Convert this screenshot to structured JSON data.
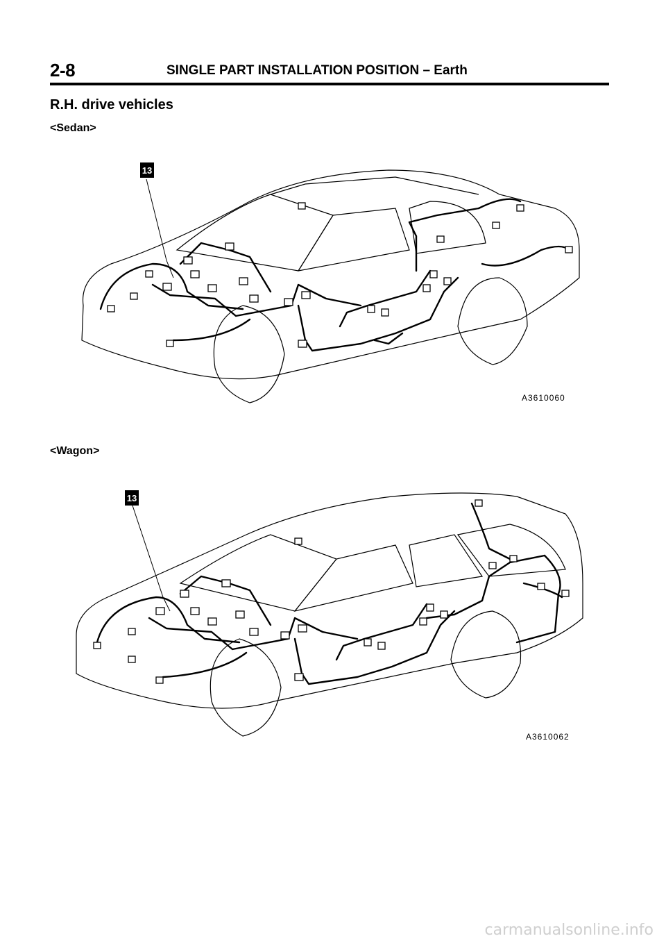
{
  "header": {
    "page_number": "2-8",
    "title": "SINGLE PART INSTALLATION POSITION – Earth"
  },
  "section_heading": "R.H. drive vehicles",
  "figures": [
    {
      "label": "<Sedan>",
      "callout": "13",
      "code": "A3610060",
      "icon": "sedan-wiring-diagram"
    },
    {
      "label": "<Wagon>",
      "callout": "13",
      "code": "A3610062",
      "icon": "wagon-wiring-diagram"
    }
  ],
  "watermark": "carmanualsonline.info"
}
